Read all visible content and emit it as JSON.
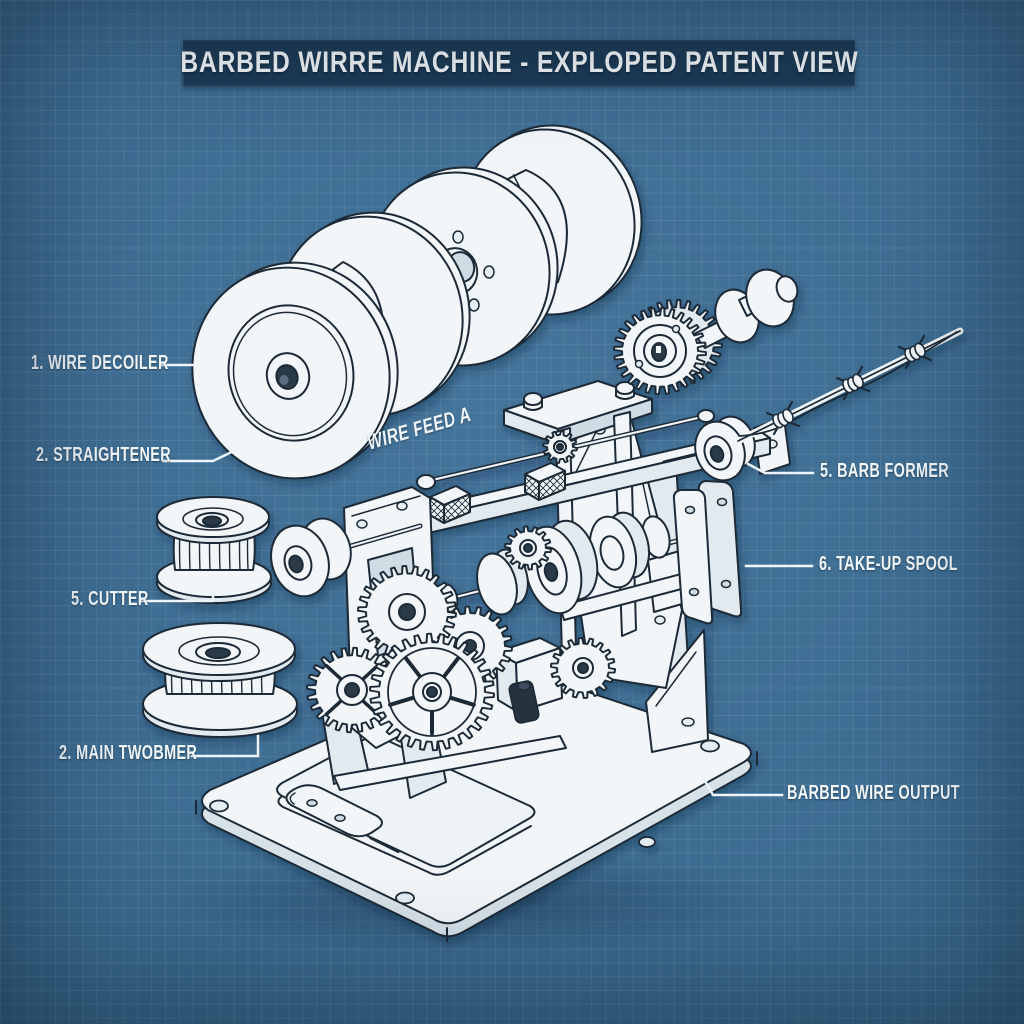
{
  "title": {
    "text": "BARBED WIRRE MACHINE - EXPLOPED PATENT VIEW"
  },
  "callouts": {
    "wire_decoiler": "1. WIRE DECOILER",
    "straightener": "2. STRAIGHTENER",
    "cutter": "5. CUTTER",
    "main_twobmer": "2. MAIN TWOBMER",
    "barb_former": "5. BARB FORMER",
    "take_up_spool": "6. TAKE-UP SPOOL",
    "barbed_wire_output": "BARBED WIRE OUTPUT",
    "wire_feed": "WIRE FEED A"
  },
  "colors": {
    "background": "#38668b",
    "grid_line": "#5d87a8",
    "banner_bg": "#1d3b56",
    "label_text": "#f3f8fb",
    "drawing_ink": "#1c2a37",
    "drawing_paper": "#f2f6f8",
    "leader_line": "#eef4f8"
  }
}
